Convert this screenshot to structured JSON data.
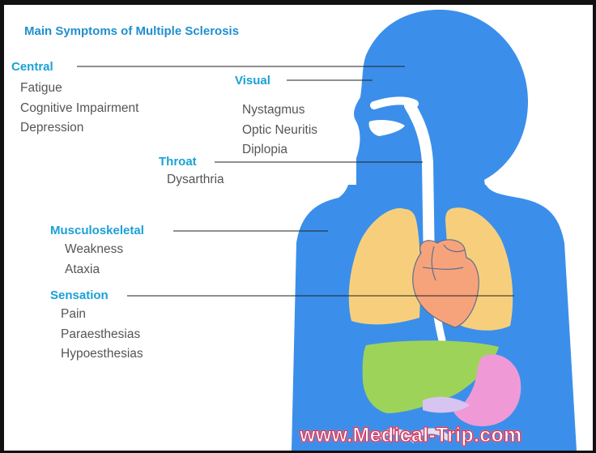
{
  "title": "Main Symptoms of Multiple Sclerosis",
  "categories": {
    "central": {
      "heading": "Central",
      "items": [
        "Fatigue",
        "Cognitive Impairment",
        "Depression"
      ]
    },
    "visual": {
      "heading": "Visual",
      "items": [
        "Nystagmus",
        "Optic Neuritis",
        "Diplopia"
      ]
    },
    "throat": {
      "heading": "Throat",
      "items": [
        "Dysarthria"
      ]
    },
    "musculoskeletal": {
      "heading": "Musculoskeletal",
      "items": [
        "Weakness",
        "Ataxia"
      ]
    },
    "sensation": {
      "heading": "Sensation",
      "items": [
        "Pain",
        "Paraesthesias",
        "Hypoesthesias"
      ]
    }
  },
  "watermark": "www.Medical-Trip.com",
  "colors": {
    "body": "#3b8fea",
    "lungs": "#f7cf7c",
    "heart": "#f6a37c",
    "liver": "#9ed35a",
    "stomach": "#ef9ad6",
    "airway": "#ffffff",
    "heading": "#1aa1d6",
    "text": "#555555"
  }
}
